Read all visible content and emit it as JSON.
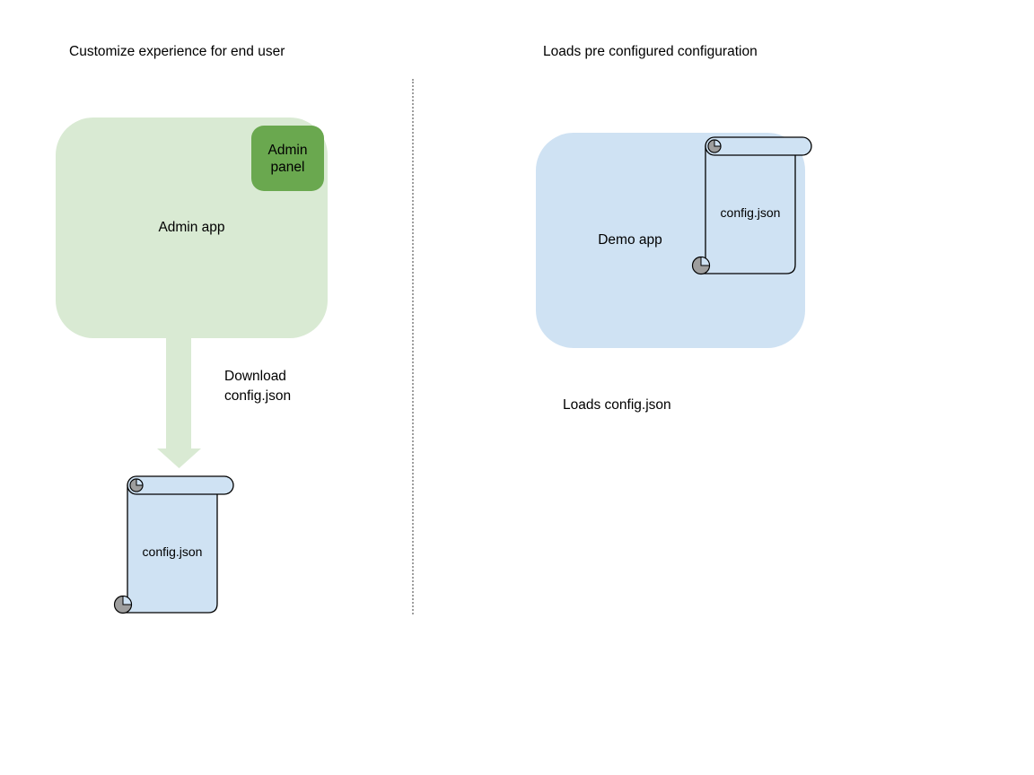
{
  "diagram": {
    "left": {
      "title": "Customize experience for end user",
      "admin_app_label": "Admin app",
      "admin_panel_label": "Admin panel",
      "arrow_label": "Download\nconfig.json",
      "config_file_label": "config.json"
    },
    "right": {
      "title": "Loads pre configured configuration",
      "demo_app_label": "Demo app",
      "config_file_label": "config.json",
      "caption": "Loads config.json"
    },
    "colors": {
      "admin_app_fill": "#d9ead3",
      "admin_panel_fill": "#6aa84f",
      "arrow_fill": "#d9ead3",
      "demo_app_fill": "#cfe2f3",
      "scroll_fill": "#cfe2f3",
      "scroll_curl_gray": "#9e9e9e",
      "shape_outline": "#000000",
      "divider_dots": "#9e9e9e",
      "text": "#000000"
    }
  }
}
